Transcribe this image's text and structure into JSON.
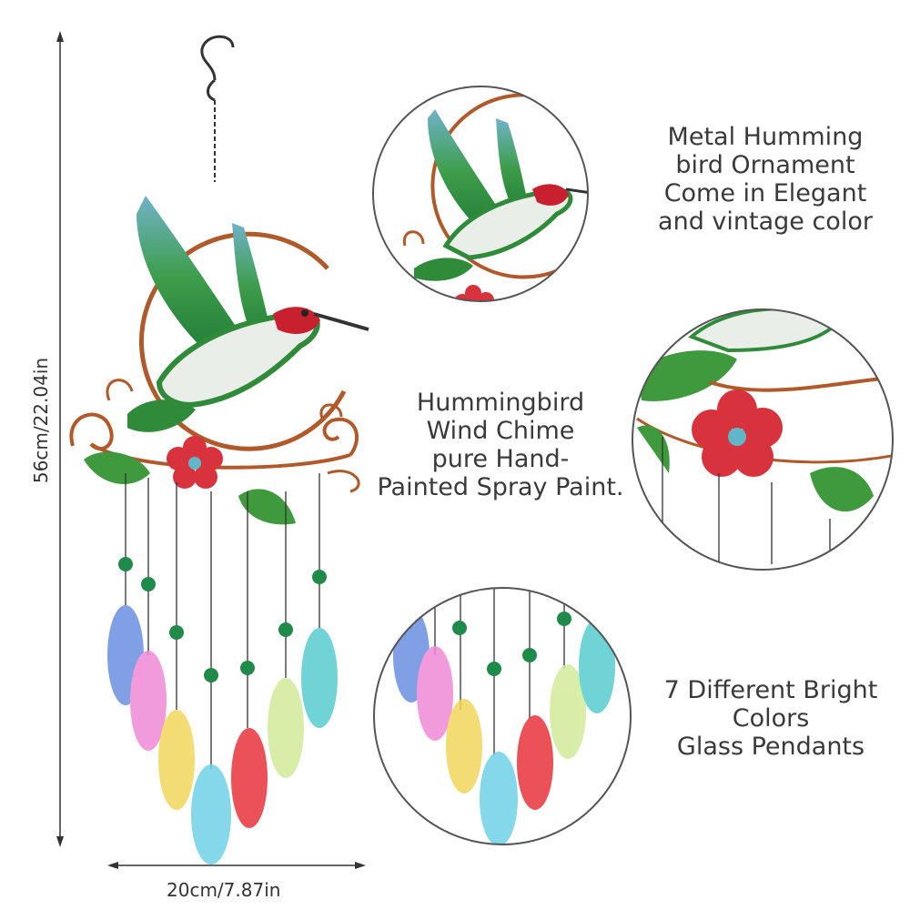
{
  "dimensions": {
    "height_label": "56cm/22.04in",
    "width_label": "20cm/7.87in"
  },
  "captions": {
    "ornament": [
      "Metal Humming",
      "bird Ornament",
      "Come in Elegant",
      "and vintage color"
    ],
    "chime": [
      "Hummingbird",
      "Wind Chime",
      "pure Hand-",
      "Painted Spray Paint."
    ],
    "pendants": [
      "7 Different Bright",
      "Colors",
      "Glass Pendants"
    ]
  },
  "colors": {
    "ring": "#b0592a",
    "bird_green": "#2f8a3a",
    "bird_red": "#c8202e",
    "flower": "#d8323c",
    "leaf": "#3e9a3c",
    "bead": "#1f8a4a",
    "pendants": [
      "#6a8fe0",
      "#f08ad6",
      "#f2d65c",
      "#6fd2e6",
      "#e8343c",
      "#d2ec9a",
      "#58cdd0"
    ]
  }
}
